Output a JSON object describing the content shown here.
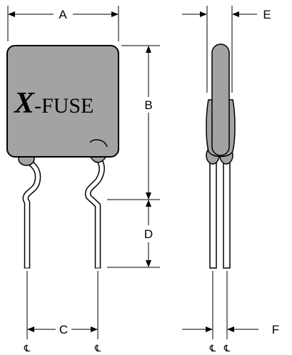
{
  "brand": {
    "x": "X",
    "rest": "-FUSE"
  },
  "dimensions": {
    "a": "A",
    "b": "B",
    "c": "C",
    "d": "D",
    "e": "E",
    "f": "F"
  },
  "centerline_symbol": "℄",
  "colors": {
    "body": "#a3a3a3",
    "body_outline": "#000000",
    "lead": "#ffffff"
  }
}
